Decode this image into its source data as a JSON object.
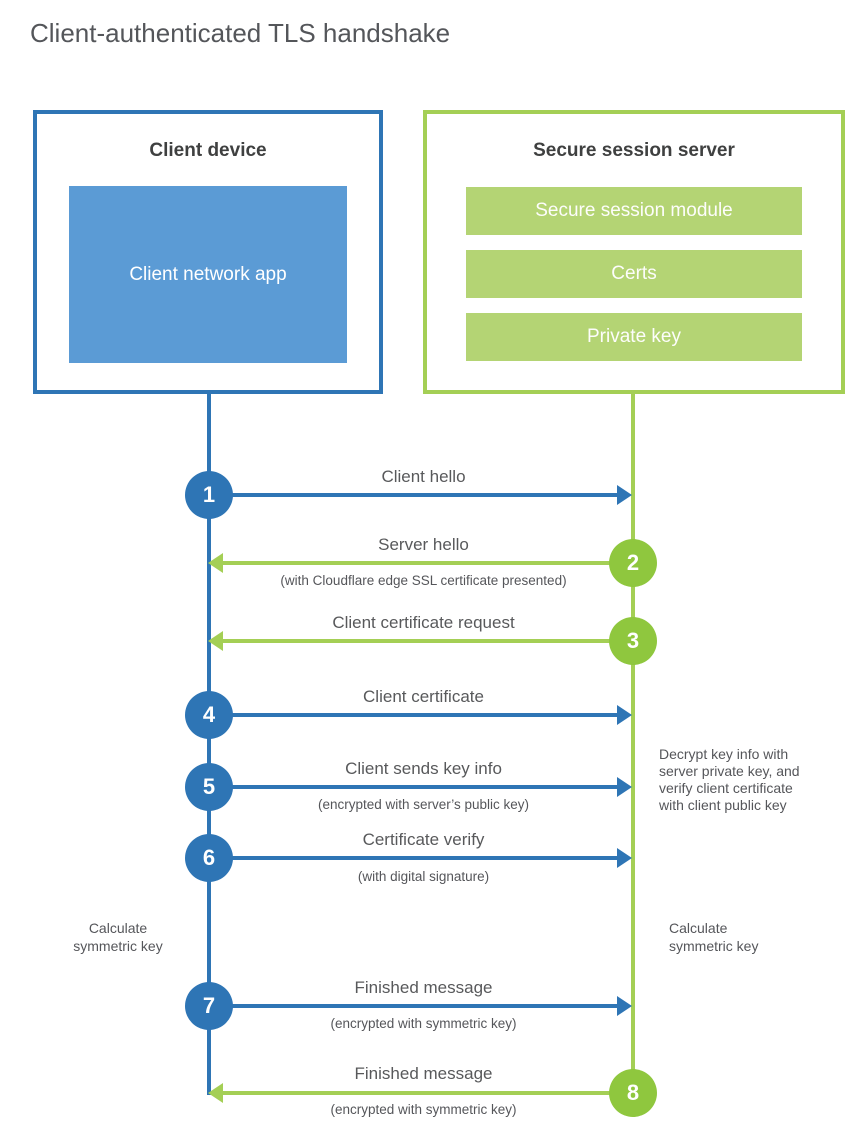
{
  "title": "Client-authenticated TLS handshake",
  "colors": {
    "blue_accent": "#2e75b5",
    "blue_light": "#5b9bd5",
    "green_line": "#a4cf55",
    "green_circle": "#8fc73e",
    "green_bar": "#b4d474",
    "text_gray": "#58595b",
    "heading_gray": "#3f4040"
  },
  "client_box": {
    "title": "Client device",
    "inner_label": "Client network app"
  },
  "server_box": {
    "title": "Secure session server",
    "modules": [
      "Secure session module",
      "Certs",
      "Private key"
    ]
  },
  "steps": [
    {
      "num": "1",
      "label": "Client hello",
      "sub": "",
      "direction": "client-to-server"
    },
    {
      "num": "2",
      "label": "Server hello",
      "sub": "(with Cloudflare edge SSL certificate presented)",
      "direction": "server-to-client"
    },
    {
      "num": "3",
      "label": "Client certificate request",
      "sub": "",
      "direction": "server-to-client"
    },
    {
      "num": "4",
      "label": "Client certificate",
      "sub": "",
      "direction": "client-to-server"
    },
    {
      "num": "5",
      "label": "Client sends key info",
      "sub": "(encrypted with server’s public key)",
      "direction": "client-to-server"
    },
    {
      "num": "6",
      "label": "Certificate verify",
      "sub": "(with digital signature)",
      "direction": "client-to-server"
    },
    {
      "num": "7",
      "label": "Finished message",
      "sub": "(encrypted with symmetric key)",
      "direction": "client-to-server"
    },
    {
      "num": "8",
      "label": "Finished message",
      "sub": "(encrypted with symmetric key)",
      "direction": "server-to-client"
    }
  ],
  "annotations": {
    "calc_left_lines": [
      "Calculate",
      "symmetric key"
    ],
    "calc_right_lines": [
      "Calculate",
      "symmetric key"
    ],
    "decrypt_lines": [
      "Decrypt key info with",
      "server private key, and",
      "verify client certificate",
      "with client public key"
    ]
  }
}
